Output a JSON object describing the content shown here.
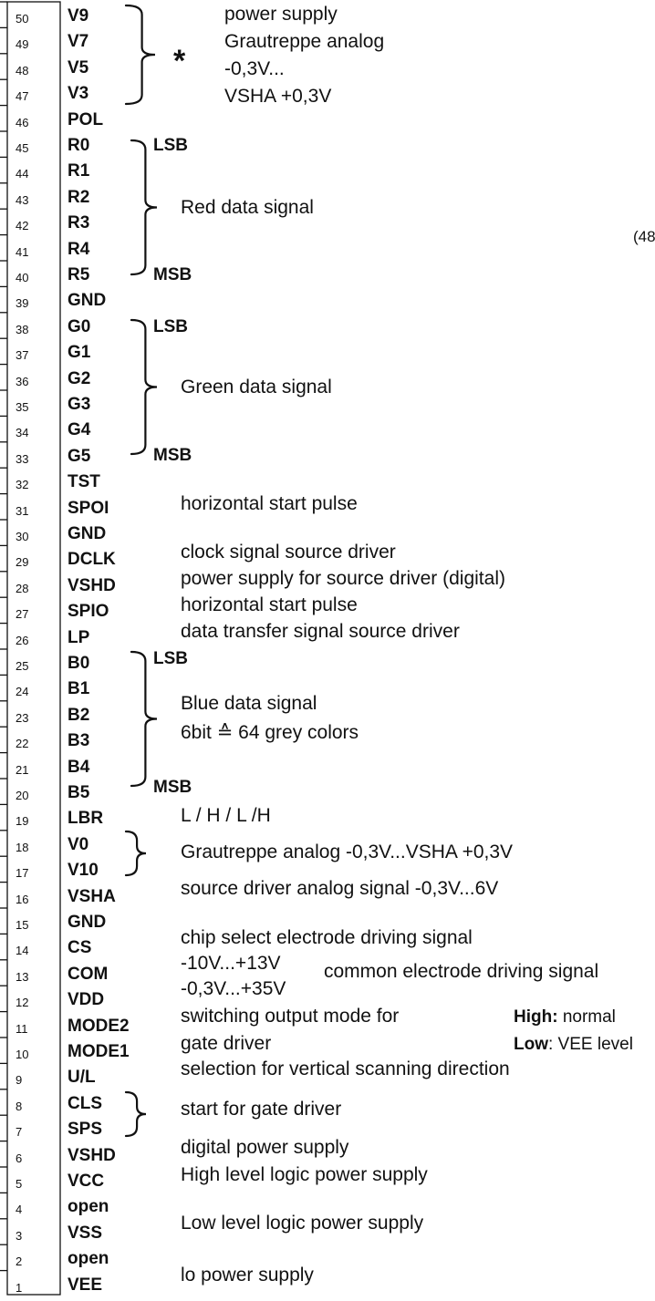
{
  "pin_numbers": [
    "50",
    "49",
    "48",
    "47",
    "46",
    "45",
    "44",
    "43",
    "42",
    "41",
    "40",
    "39",
    "38",
    "37",
    "36",
    "35",
    "34",
    "33",
    "32",
    "31",
    "30",
    "29",
    "28",
    "27",
    "26",
    "25",
    "24",
    "23",
    "22",
    "21",
    "20",
    "19",
    "18",
    "17",
    "16",
    "15",
    "14",
    "13",
    "12",
    "11",
    "10",
    "9",
    "8",
    "7",
    "6",
    "5",
    "4",
    "3",
    "2",
    "1"
  ],
  "signals": [
    "V9",
    "V7",
    "V5",
    "V3",
    "POL",
    "R0",
    "R1",
    "R2",
    "R3",
    "R4",
    "R5",
    "GND",
    "G0",
    "G1",
    "G2",
    "G3",
    "G4",
    "G5",
    "TST",
    "SPOI",
    "GND",
    "DCLK",
    "VSHD",
    "SPIO",
    "LP",
    "B0",
    "B1",
    "B2",
    "B3",
    "B4",
    "B5",
    "LBR",
    "V0",
    "V10",
    "VSHA",
    "GND",
    "CS",
    "COM",
    "VDD",
    "MODE2",
    "MODE1",
    "U/L",
    "CLS",
    "SPS",
    "VSHD",
    "VCC",
    "open",
    "VSS",
    "open",
    "VEE"
  ],
  "group_labels": {
    "power_star": "*",
    "red_lsb": "LSB",
    "red_msb": "MSB",
    "green_lsb": "LSB",
    "green_msb": "MSB",
    "blue_lsb": "LSB",
    "blue_msb": "MSB"
  },
  "descriptions": {
    "power_supply": "power supply",
    "grautreppe_analog": "Grautreppe analog",
    "minus_range": "-0,3V...",
    "vsha_plus": "VSHA +0,3V",
    "red_data": "Red data signal",
    "green_data": "Green data signal",
    "spoi": "horizontal start pulse",
    "dclk": "clock signal source driver",
    "vshd": "power supply for source driver (digital)",
    "spio": "horizontal start pulse",
    "lp": "data transfer signal source driver",
    "blue_data": "Blue data signal",
    "blue_bits_prefix": "6bit ",
    "blue_bits_symbol": "≙",
    "blue_bits_suffix": " 64 grey colors",
    "lbr": "L / H / L /H",
    "v0_v10": "Grautreppe analog -0,3V...VSHA +0,3V",
    "vsha": "source driver analog signal -0,3V...6V",
    "cs": "chip select electrode driving signal",
    "com_range": "-10V...+13V",
    "com_desc": "common electrode driving signal",
    "vdd_range": "-0,3V...+35V",
    "mode2": "switching output mode for",
    "mode1": "gate driver",
    "high_label": "High:",
    "high_value": " normal",
    "low_label": "Low",
    "low_value": ": VEE level",
    "ul": "selection for vertical scanning direction",
    "cls_sps": "start for gate driver",
    "vshd2": "digital power supply",
    "vcc": "High level logic power supply",
    "vss": "Low level logic power supply",
    "vee": "lo power supply",
    "edge_fragment": "(48"
  }
}
